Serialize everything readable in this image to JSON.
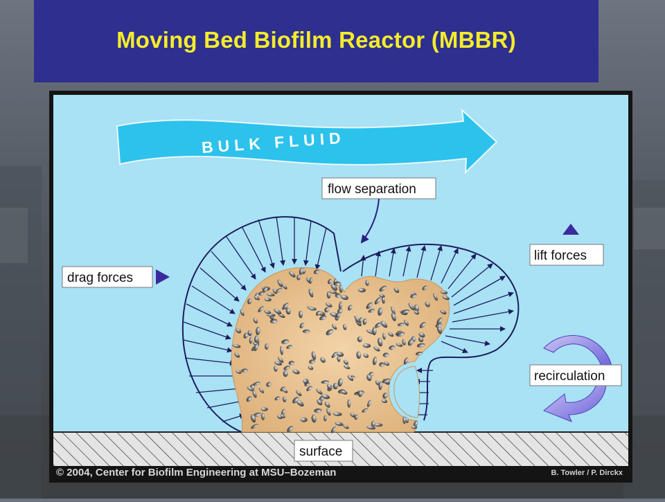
{
  "slide": {
    "title": "Moving Bed Biofilm Reactor (MBBR)"
  },
  "diagram": {
    "bulk_fluid_label": "BULK FLUID",
    "labels": {
      "flow_separation": "flow separation",
      "drag_forces": "drag forces",
      "lift_forces": "lift forces",
      "recirculation": "recirculation",
      "surface": "surface"
    },
    "colors": {
      "water": "#a9e1f5",
      "bulk_arrow": "#2cc2ec",
      "biofilm": "#e9c08e",
      "arrow": "#1c1c5e",
      "accent": "#3b2aa0"
    }
  },
  "footer": {
    "copyright": "© 2004, Center for Biofilm Engineering at MSU–Bozeman",
    "credit": "B. Towler / P. Dirckx"
  }
}
